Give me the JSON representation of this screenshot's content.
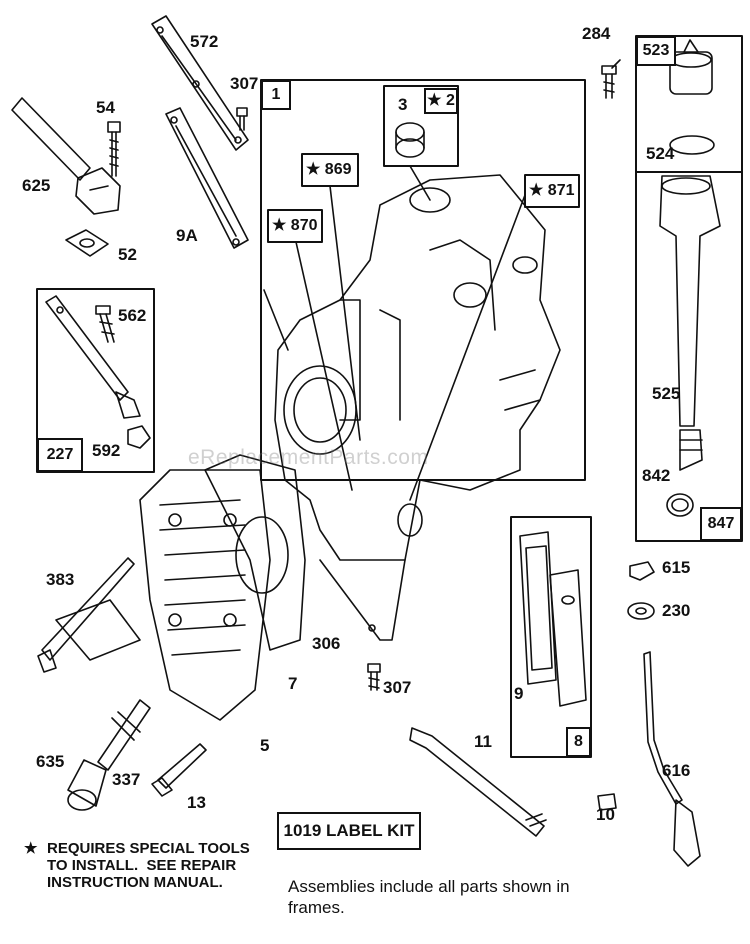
{
  "colors": {
    "ink": "#111111",
    "background": "#ffffff",
    "watermark": "#9a9a9a"
  },
  "parts": {
    "p572": "572",
    "p307a": "307",
    "p54": "54",
    "p625": "625",
    "p52": "52",
    "p9a": "9A",
    "p1": "1",
    "p3": "3",
    "p2": "★ 2",
    "p869": "★ 869",
    "p870": "★ 870",
    "p871": "★ 871",
    "p284": "284",
    "p523": "523",
    "p524": "524",
    "p562": "562",
    "p227": "227",
    "p592": "592",
    "p525": "525",
    "p842": "842",
    "p847": "847",
    "p383": "383",
    "p306": "306",
    "p7": "7",
    "p307b": "307",
    "p5": "5",
    "p9": "9",
    "p8": "8",
    "p615": "615",
    "p230": "230",
    "p635": "635",
    "p337": "337",
    "p13": "13",
    "p11": "11",
    "p616": "616",
    "p10": "10"
  },
  "label_kit": "1019 LABEL KIT",
  "footnote": {
    "star": "★",
    "text": "REQUIRES SPECIAL TOOLS\nTO INSTALL.  SEE REPAIR\nINSTRUCTION MANUAL."
  },
  "assemblies_note": "Assemblies include all parts shown in frames.",
  "watermark": "eReplacementParts.com"
}
